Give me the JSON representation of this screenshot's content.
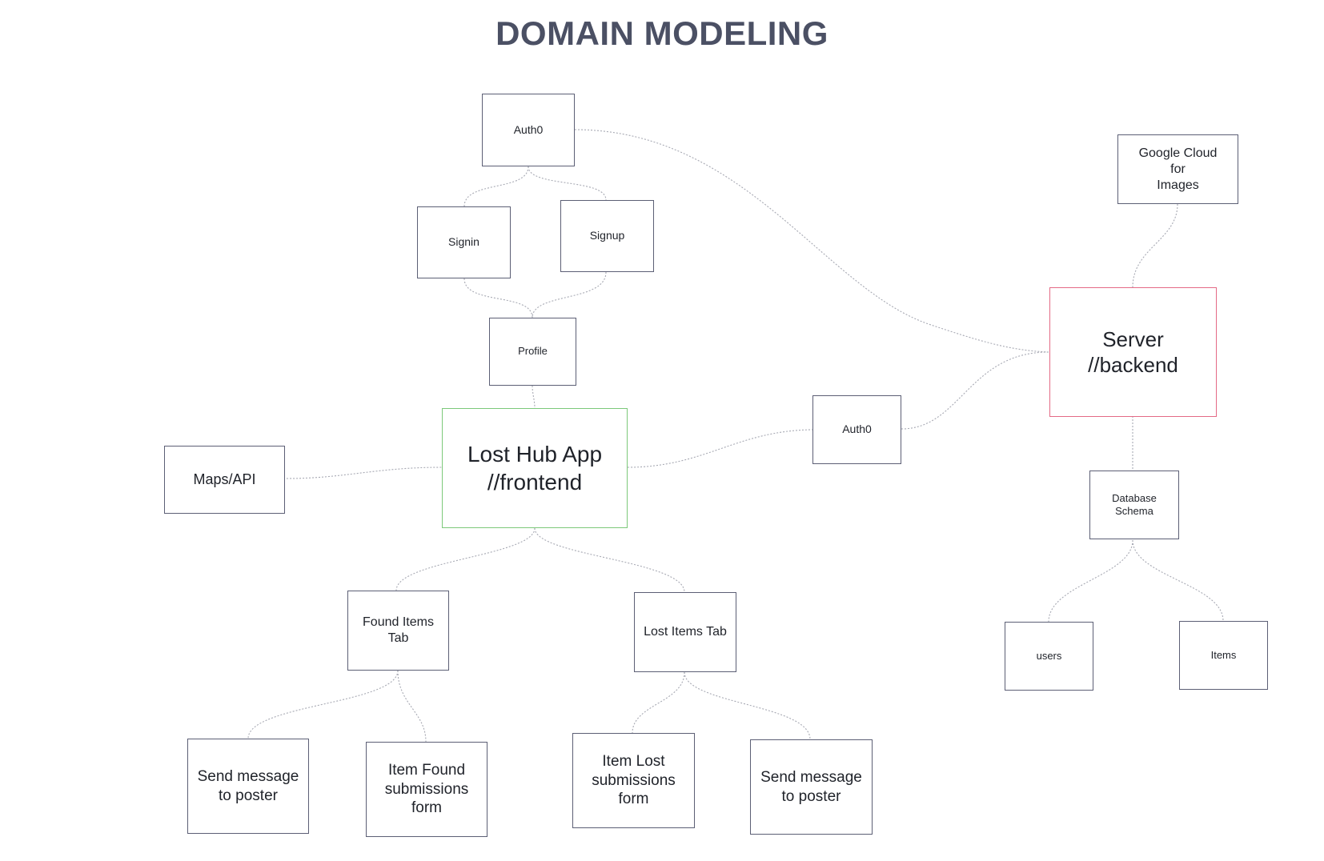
{
  "title": "DOMAIN MODELING",
  "colors": {
    "node_border": "#5c5f75",
    "frontend_border": "#7cc97a",
    "backend_border": "#e46a86",
    "connector": "#a7a9b3",
    "title": "#4b5064"
  },
  "nodes": {
    "auth0_top": "Auth0",
    "signin": "Signin",
    "signup": "Signup",
    "profile": "Profile",
    "lost_hub_app": "Lost Hub App\n//frontend",
    "maps_api": "Maps/API",
    "auth0_mid": "Auth0",
    "server": "Server\n//backend",
    "google_cloud": "Google Cloud\nfor\nImages",
    "database_schema": "Database\nSchema",
    "users": "users",
    "items": "Items",
    "found_items_tab": "Found Items\nTab",
    "lost_items_tab": "Lost Items Tab",
    "send_message_1": "Send message\nto poster",
    "item_found_form": "Item Found\nsubmissions\nform",
    "item_lost_form": "Item Lost\nsubmissions\nform",
    "send_message_2": "Send message\nto poster"
  }
}
